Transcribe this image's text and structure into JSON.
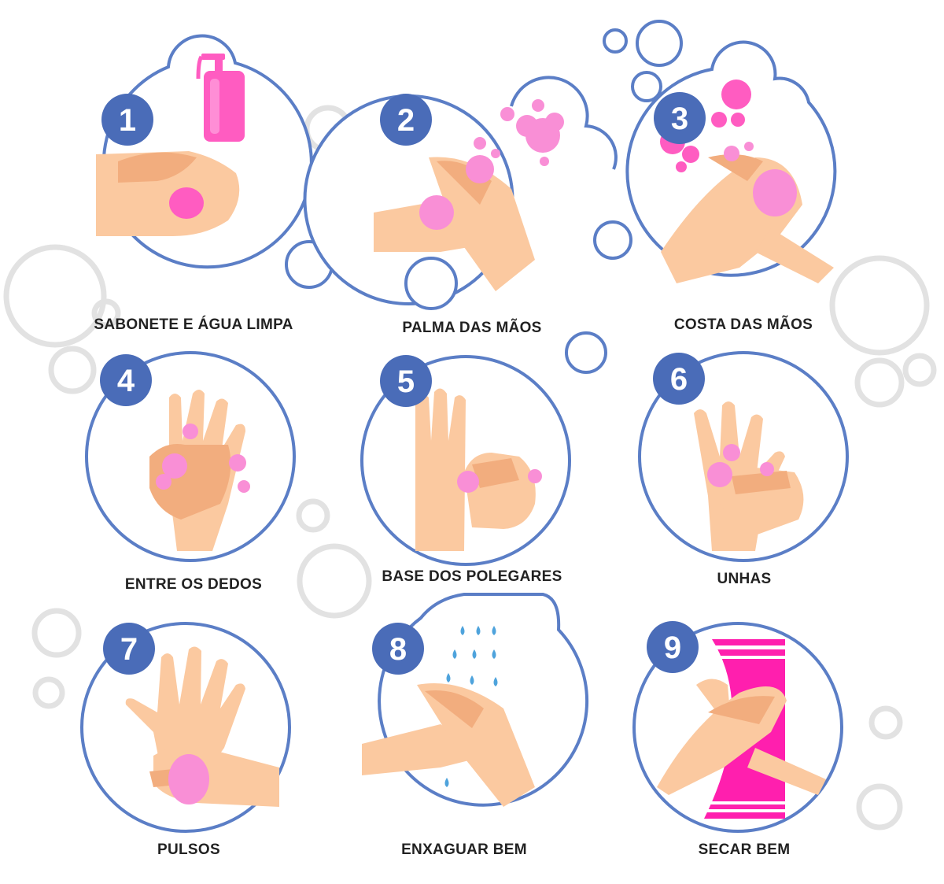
{
  "colors": {
    "circle_stroke": "#5b7ec6",
    "badge_fill": "#4a6cb8",
    "skin": "#fbc9a0",
    "skin_shade": "#f2ad7e",
    "soap_pink": "#ff5cc1",
    "foam_pink": "#f98fd6",
    "water_blue": "#4ea3dc",
    "bg_bubble": "#e2e2e2"
  },
  "steps": [
    {
      "number": "1",
      "label": "SABONETE E ÁGUA LIMPA",
      "icon": "soap-dispenser-icon"
    },
    {
      "number": "2",
      "label": "PALMA DAS MÃOS",
      "icon": "palms-rubbing-icon"
    },
    {
      "number": "3",
      "label": "COSTA DAS MÃOS",
      "icon": "back-of-hands-icon"
    },
    {
      "number": "4",
      "label": "ENTRE OS DEDOS",
      "icon": "between-fingers-icon"
    },
    {
      "number": "5",
      "label": "BASE DOS POLEGARES",
      "icon": "thumb-base-icon"
    },
    {
      "number": "6",
      "label": "UNHAS",
      "icon": "fingernails-icon"
    },
    {
      "number": "7",
      "label": "PULSOS",
      "icon": "wrist-icon"
    },
    {
      "number": "8",
      "label": "ENXAGUAR BEM",
      "icon": "rinse-water-icon"
    },
    {
      "number": "9",
      "label": "SECAR BEM",
      "icon": "towel-dry-icon"
    }
  ]
}
